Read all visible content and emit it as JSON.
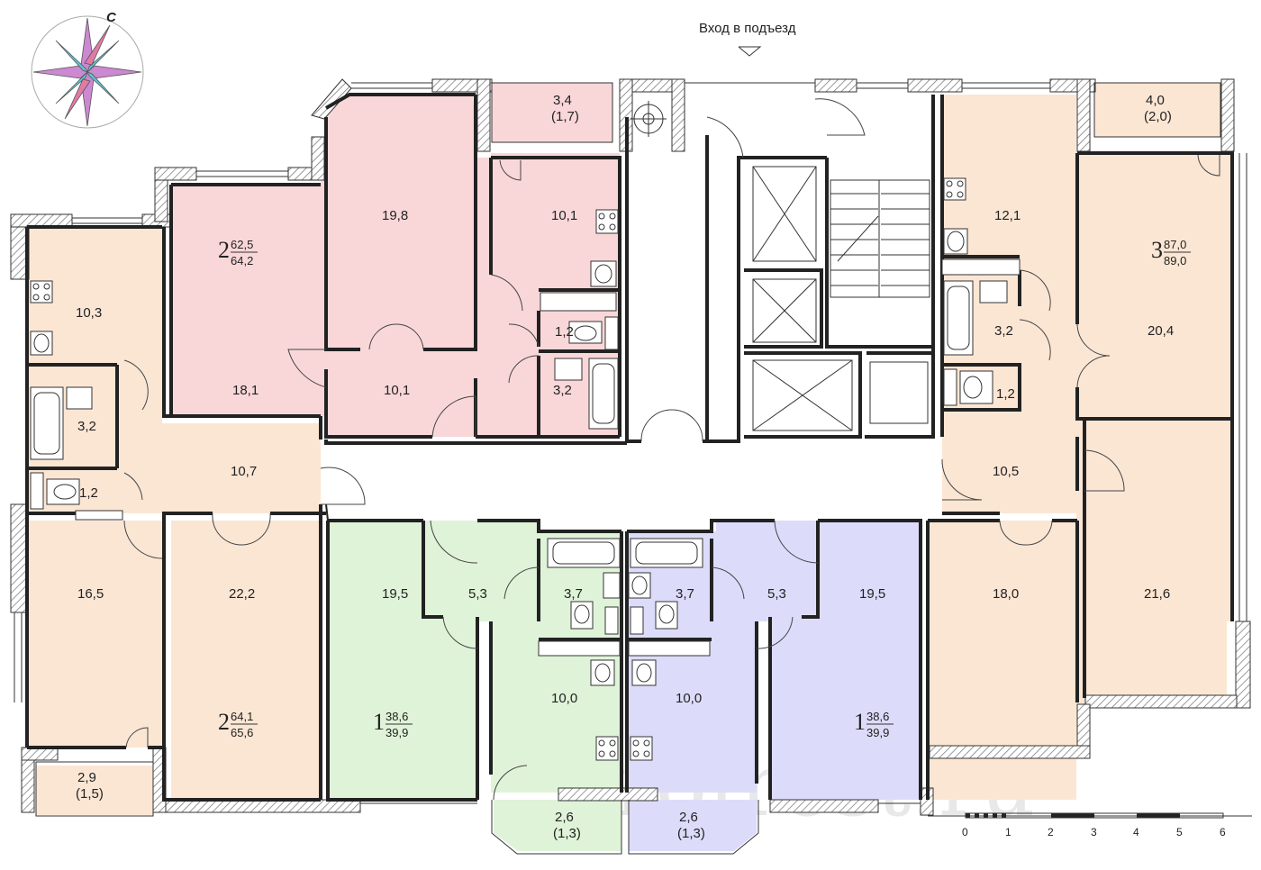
{
  "entrance_label": "Вход в подъезд",
  "compass_letter": "С",
  "watermark": "profrest.ru",
  "colors": {
    "pink": "#f9d7d9",
    "peach": "#fbe6d4",
    "green": "#dff3d8",
    "blue": "#dcdcfa",
    "balcony_pink": "#f9d7d9",
    "balcony_peach": "#fbe6d4"
  },
  "rooms": {
    "a2_top_main": "19,8",
    "a2_top_kitchen": "10,1",
    "a2_top_hall": "10,1",
    "a2_top_room": "18,1",
    "a2_top_wc": "1,2",
    "a2_top_bath": "3,2",
    "a2_top_balcony": "3,4",
    "a2_top_balcony_sub": "(1,7)",
    "a2_left_kitchen": "10,3",
    "a2_left_bath": "3,2",
    "a2_left_wc": "1,2",
    "a2_left_hall": "10,7",
    "a2_left_room1": "16,5",
    "a2_left_room2": "22,2",
    "a2_left_balcony": "2,9",
    "a2_left_balcony_sub": "(1,5)",
    "a1_left_room": "19,5",
    "a1_left_hall": "5,3",
    "a1_left_bath": "3,7",
    "a1_left_kitchen": "10,0",
    "a1_left_balcony": "2,6",
    "a1_left_balcony_sub": "(1,3)",
    "a1_right_room": "19,5",
    "a1_right_hall": "5,3",
    "a1_right_bath": "3,7",
    "a1_right_kitchen": "10,0",
    "a1_right_balcony": "2,6",
    "a1_right_balcony_sub": "(1,3)",
    "a3_kitchen": "12,1",
    "a3_bath": "3,2",
    "a3_wc": "1,2",
    "a3_room1": "20,4",
    "a3_hall": "10,5",
    "a3_room2": "18,0",
    "a3_room3": "21,6",
    "a3_balcony": "4,0",
    "a3_balcony_sub": "(2,0)"
  },
  "badges": {
    "a2_top": {
      "rooms": "2",
      "living": "62,5",
      "total": "64,2"
    },
    "a2_left": {
      "rooms": "2",
      "living": "64,1",
      "total": "65,6"
    },
    "a1_left": {
      "rooms": "1",
      "living": "38,6",
      "total": "39,9"
    },
    "a1_right": {
      "rooms": "1",
      "living": "38,6",
      "total": "39,9"
    },
    "a3": {
      "rooms": "3",
      "living": "87,0",
      "total": "89,0"
    }
  },
  "scale": {
    "ticks": [
      "0",
      "1",
      "2",
      "3",
      "4",
      "5",
      "6"
    ]
  }
}
